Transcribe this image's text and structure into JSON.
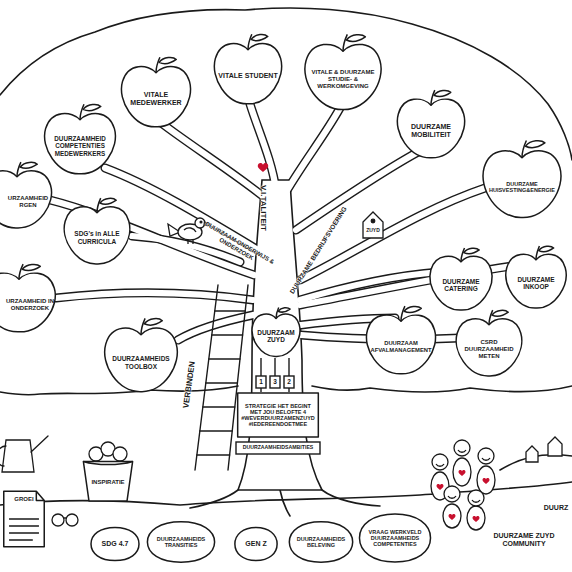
{
  "diagram": {
    "nodes": [
      {
        "text": [
          "VITALE STUDENT"
        ]
      },
      {
        "text": [
          "VITALE MEDEWERKER"
        ]
      },
      {
        "text": [
          "VITALE & DUURZAME STUDIE- & WERKOMGEVING"
        ]
      },
      {
        "text": [
          "DUURZAAMHEID COMPETENTIES MEDEWERKERS"
        ]
      },
      {
        "text": [
          "DUURZAME MOBILITEIT"
        ]
      },
      {
        "text": [
          "URZAAMHEID RGEN"
        ]
      },
      {
        "text": [
          "SDG's in ALLE CURRICULA"
        ]
      },
      {
        "text": [
          "DUURZAME HUISVESTING&ENERGIE"
        ]
      },
      {
        "text": [
          "URZAAMHEID IN ONDERZOEK"
        ]
      },
      {
        "text": [
          "DUURZAME CATERING"
        ]
      },
      {
        "text": [
          "DUURZAME INKOOP"
        ]
      },
      {
        "text": [
          "DUURZAAMHEIDS TOOLBOX"
        ]
      },
      {
        "text": [
          "DUURZAAM AFVALMANAGEMENT"
        ]
      },
      {
        "text": [
          "CSRD DUURZAAMHEID METEN"
        ]
      },
      {
        "text": [
          "DUURZAAM ZUYD"
        ]
      },
      {
        "text": [
          "STRATEGIE HET BEGINT MET JOU BELOFTE 4 #WEVERDUURZAMENZUYD #IEDEREENDOETMEE"
        ]
      },
      {
        "text": [
          "INSPIRATIE"
        ]
      },
      {
        "text": [
          "GROEI"
        ]
      },
      {
        "text": [
          "SDG 4.7"
        ]
      },
      {
        "text": [
          "DUURZAAMHEIDS TRANSITIES"
        ]
      },
      {
        "text": [
          "GEN Z"
        ]
      },
      {
        "text": [
          "DUURZAAMHEIDS BELEVING"
        ]
      },
      {
        "text": [
          "VRAAG WERKVELD DUURZAAMHEIDS COMPETENTIES"
        ]
      }
    ],
    "labels": [
      "V.I.TALITEIT",
      "DUURZAAM ONDERWIJS & ONDERZOEK",
      "DUURZAME BEDRIJFSVOERING",
      "VERBINDEN",
      "ZUYD",
      "1",
      "3",
      "2",
      "DUURZAAMHEIDSAMBITIES",
      "DUURZAME ZUYD COMMUNITY",
      "DUURZ"
    ]
  }
}
